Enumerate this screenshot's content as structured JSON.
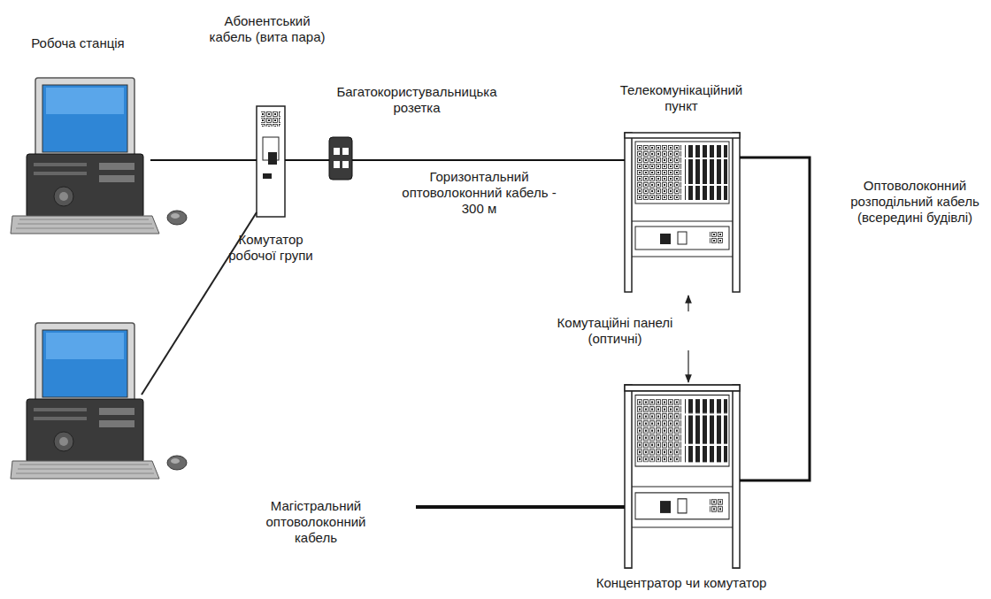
{
  "diagram": {
    "nodes": [
      {
        "text": [
          "Робоча станція"
        ]
      },
      {
        "text": [
          "Комутатор робочої групи"
        ]
      },
      {
        "text": [
          "Багатокористувальницька розетка"
        ]
      },
      {
        "text": [
          "Телекомунікаційний пункт"
        ]
      },
      {
        "text": [
          "Концентратор чи комутатор"
        ]
      }
    ],
    "edges": [
      {
        "from": 0,
        "to": 1,
        "arrow": "none",
        "label": "Абонентський кабель (вита пара)"
      },
      {
        "from": 1,
        "to": 2,
        "arrow": "none"
      },
      {
        "from": 2,
        "to": 3,
        "arrow": "none",
        "label": "Горизонтальний оптоволоконний кабель - 300 м"
      },
      {
        "from": 3,
        "to": 4,
        "arrow": "none",
        "label": "Оптоволоконний розподільний кабель (всередині будівлі)"
      }
    ],
    "labels": [
      "Комутаційні панелі (оптичні)",
      "Магістральний оптоволоконний кабель"
    ]
  }
}
